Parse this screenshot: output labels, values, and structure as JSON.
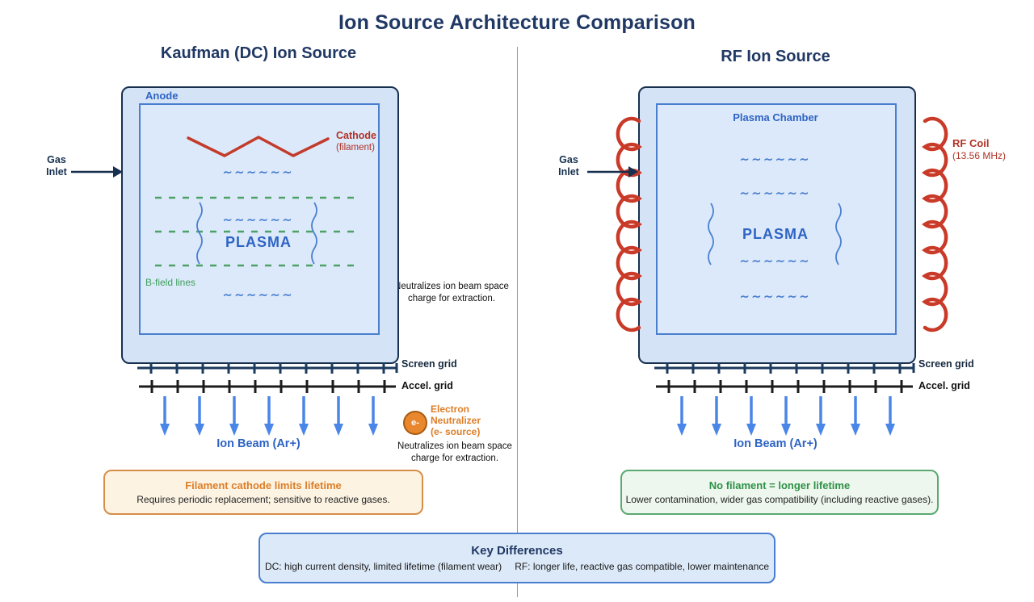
{
  "title": "Ion Source Architecture Comparison",
  "colors": {
    "heading_navy": "#203864",
    "label_blue": "#2E64C4",
    "cathode_red": "#C23B2B",
    "bfield_green": "#4DA167",
    "neutralizer_orange": "#DD7E27",
    "beam_blue": "#4A86E8",
    "chamber_fill": "#D5E3F6"
  },
  "kaufman": {
    "heading": "Kaufman (DC) Ion Source",
    "anode_label": "Anode",
    "cathode_label": "Cathode",
    "cathode_sub": "(filament)",
    "wave": "∼∼∼∼∼∼",
    "plasma_label": "PLASMA",
    "bfield_label": "B-field lines",
    "gas_line1": "Gas",
    "gas_line2": "Inlet",
    "screen_grid_label": "Screen grid",
    "accel_grid_label": "Accel. grid",
    "ion_beam_label": "Ion Beam (Ar+)"
  },
  "stray_note": {
    "line1": "Neutralizes ion beam space",
    "line2": "charge for extraction."
  },
  "neutralizer": {
    "symbol": "e-",
    "name_line1": "Electron",
    "name_line2": "Neutralizer",
    "name_line3": "(e- source)",
    "note_line1": "Neutralizes ion beam space",
    "note_line2": "charge for extraction."
  },
  "rf": {
    "heading": "RF Ion Source",
    "chamber_label": "Plasma Chamber",
    "coil_label": "RF Coil",
    "coil_freq": "(13.56 MHz)",
    "wave": "∼∼∼∼∼∼",
    "plasma_label": "PLASMA",
    "gas_line1": "Gas",
    "gas_line2": "Inlet",
    "screen_grid_label": "Screen grid",
    "accel_grid_label": "Accel. grid",
    "ion_beam_label": "Ion Beam (Ar+)"
  },
  "note_kaufman": {
    "title": "Filament cathode limits lifetime",
    "body": "Requires periodic replacement; sensitive to reactive gases."
  },
  "note_rf": {
    "title": "No filament = longer lifetime",
    "body": "Lower contamination, wider gas compatibility (including reactive gases)."
  },
  "key_differences": {
    "title": "Key Differences",
    "dc_summary": "DC: high current density, limited lifetime (filament wear)",
    "rf_summary": "RF: longer life, reactive gas compatible, lower maintenance"
  }
}
